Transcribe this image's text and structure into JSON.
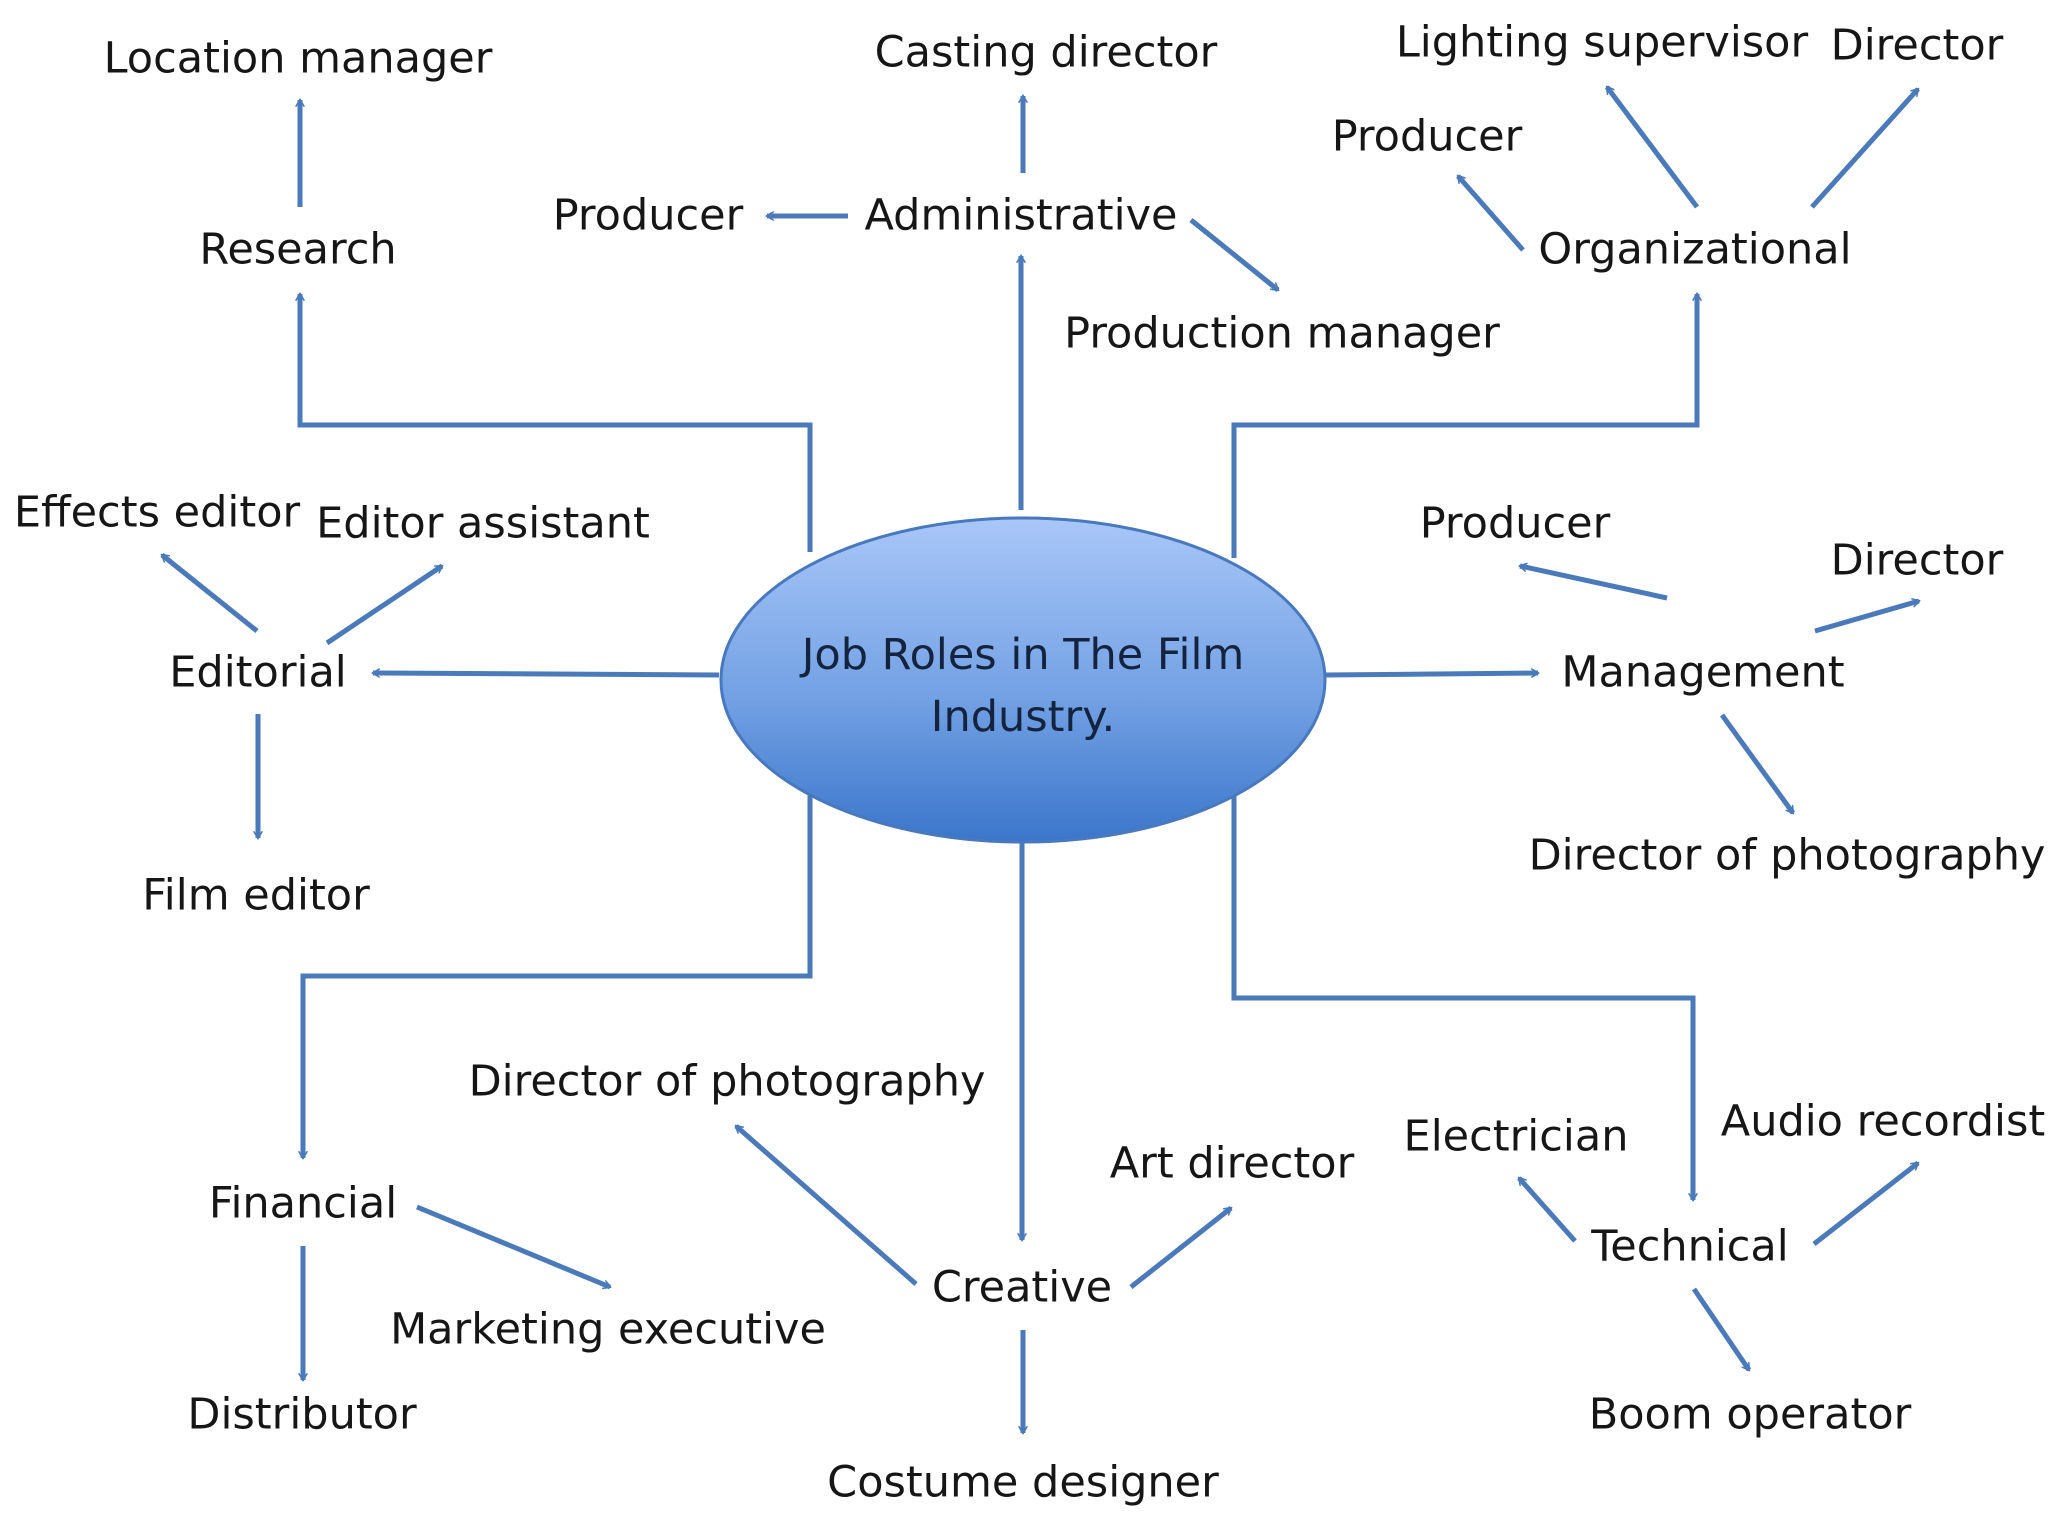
{
  "center": {
    "label": "Job Roles in The Film Industry."
  },
  "categories": {
    "research": {
      "label": "Research",
      "roles": [
        "Location manager"
      ]
    },
    "administrative": {
      "label": "Administrative",
      "roles": [
        "Casting director",
        "Producer",
        "Production manager"
      ]
    },
    "organizational": {
      "label": "Organizational",
      "roles": [
        "Lighting supervisor",
        "Director",
        "Producer"
      ]
    },
    "editorial": {
      "label": "Editorial",
      "roles": [
        "Effects editor",
        "Editor assistant",
        "Film editor"
      ]
    },
    "management": {
      "label": "Management",
      "roles": [
        "Producer",
        "Director",
        "Director of photography"
      ]
    },
    "financial": {
      "label": "Financial",
      "roles": [
        "Marketing executive",
        "Distributor"
      ]
    },
    "creative": {
      "label": "Creative",
      "roles": [
        "Director of photography",
        "Art director",
        "Costume designer"
      ]
    },
    "technical": {
      "label": "Technical",
      "roles": [
        "Electrician",
        "Audio recordist",
        "Boom operator"
      ]
    }
  },
  "colors": {
    "connector": "#4a7ab9",
    "ellipse_top": "#a8c6f7",
    "ellipse_bottom": "#3f79cd",
    "ellipse_stroke": "#4878bd",
    "text": "#161616"
  }
}
